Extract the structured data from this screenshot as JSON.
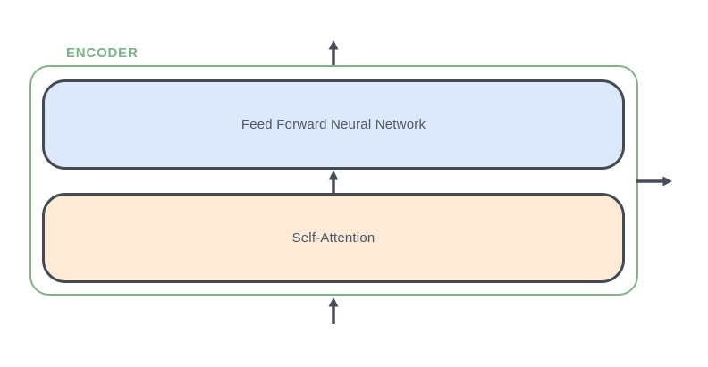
{
  "encoder": {
    "label": "ENCODER",
    "blocks": [
      {
        "name": "feed-forward",
        "label": "Feed Forward Neural Network",
        "fill": "#dbe9fb"
      },
      {
        "name": "self-attention",
        "label": "Self-Attention",
        "fill": "#fdead7"
      }
    ],
    "arrows": [
      {
        "name": "input-arrow",
        "direction": "up",
        "position": "bottom-center"
      },
      {
        "name": "self-attention-to-feed-forward-arrow",
        "direction": "up",
        "position": "between-blocks"
      },
      {
        "name": "output-top-arrow",
        "direction": "up",
        "position": "top-center"
      },
      {
        "name": "output-right-arrow",
        "direction": "right",
        "position": "right-middle"
      }
    ],
    "colors": {
      "encoder_border": "#82b389",
      "encoder_label": "#7cb287",
      "block_border": "#434a54",
      "feed_forward_fill": "#dbe9fb",
      "self_attention_fill": "#fdead7",
      "arrow": "#474e59",
      "block_text": "#4f5661"
    }
  }
}
